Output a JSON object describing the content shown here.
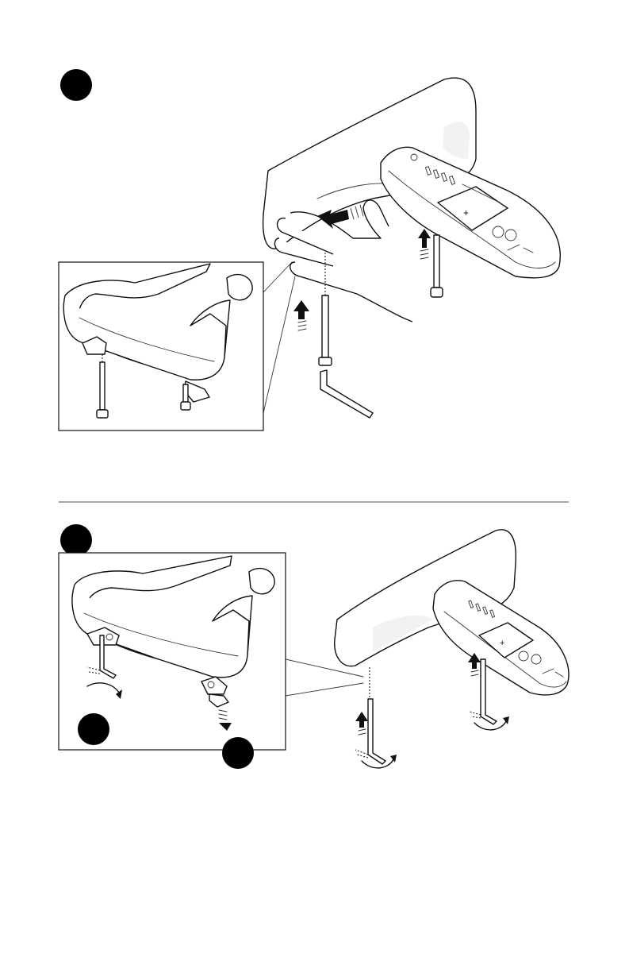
{
  "steps": [
    {
      "panel": "top",
      "badge": "step-badge-1"
    },
    {
      "panel": "bottom",
      "badge": "step-badge-2"
    }
  ],
  "colors": {
    "ink": "#111111",
    "divider": "#888888",
    "badge": "#000000",
    "background": "#ffffff"
  },
  "icons": [
    "arrow-up-icon",
    "arrow-left-icon",
    "arrow-down-icon",
    "rotate-icon",
    "hex-key-icon",
    "bolt-icon",
    "hand-icon"
  ]
}
